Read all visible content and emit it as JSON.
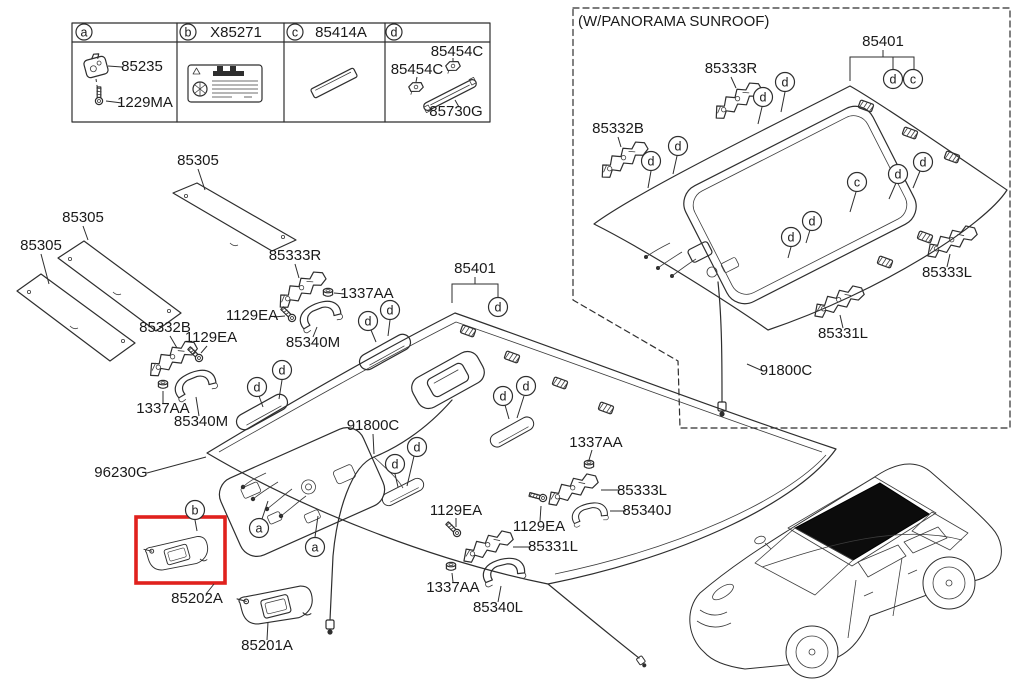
{
  "colors": {
    "line": "#2e2e2e",
    "highlight": "#e0211d",
    "sunroof": "#0c0c0c"
  },
  "legend_table": {
    "cells": [
      {
        "callout": "a",
        "header": "",
        "part_labels": [
          "85235",
          "1229MA"
        ]
      },
      {
        "callout": "b",
        "header": "X85271",
        "part_labels": []
      },
      {
        "callout": "c",
        "header": "85414A",
        "part_labels": []
      },
      {
        "callout": "d",
        "header": "",
        "part_labels": [
          "85454C",
          "85454C",
          "85730G"
        ]
      }
    ]
  },
  "main_diagram": {
    "part_labels": [
      "85305",
      "85305",
      "85305",
      "85333R",
      "1337AA",
      "1129EA",
      "85340M",
      "85332B",
      "1129EA",
      "1337AA",
      "85340M",
      "85401",
      "91800C",
      "96230G",
      "1337AA",
      "85333L",
      "85340J",
      "1129EA",
      "1129EA",
      "85331L",
      "1337AA",
      "85340L",
      "85202A",
      "85201A"
    ],
    "callouts": [
      "d",
      "d",
      "d",
      "d",
      "d",
      "d",
      "d",
      "d",
      "d",
      "a",
      "a",
      "b"
    ],
    "highlighted_part": "85202A"
  },
  "panorama_panel": {
    "title": "(W/PANORAMA SUNROOF)",
    "part_labels": [
      "85401",
      "85333R",
      "85332B",
      "85333L",
      "85331L",
      "91800C"
    ],
    "callouts": [
      "d",
      "c",
      "d",
      "d",
      "d",
      "d",
      "d",
      "d",
      "c",
      "d",
      "d"
    ]
  }
}
